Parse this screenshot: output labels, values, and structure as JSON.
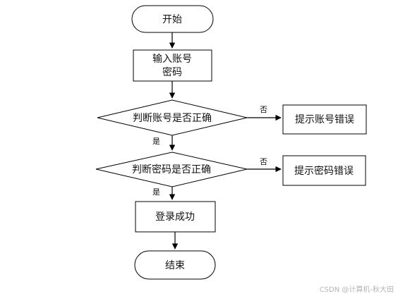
{
  "nodes": {
    "start": "开始",
    "input_line1": "输入账号",
    "input_line2": "密码",
    "check_account": "判断账号是否正确",
    "account_error": "提示账号错误",
    "check_password": "判断密码是否正确",
    "password_error": "提示密码错误",
    "login_success": "登录成功",
    "end": "结束"
  },
  "edges": {
    "account_no": "否",
    "account_yes": "是",
    "password_no": "否",
    "password_yes": "是"
  },
  "watermark": "CSDN @计算机-秋大田"
}
